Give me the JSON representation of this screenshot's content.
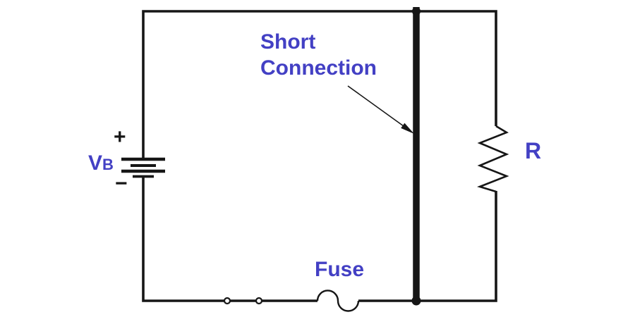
{
  "figure": {
    "description": "Short circuit diagram: battery with fuse feeding a resistor, with a short connection across the load",
    "labels": {
      "short_connection": {
        "line1": "Short",
        "line2": "Connection"
      },
      "fuse": "Fuse",
      "resistor": "R",
      "battery": {
        "name": "V",
        "subscript": "B",
        "positive": "+",
        "negative": "−"
      }
    },
    "colors": {
      "label_blue": "#4340c4",
      "wire_black": "#161616",
      "background": "#ffffff"
    }
  }
}
